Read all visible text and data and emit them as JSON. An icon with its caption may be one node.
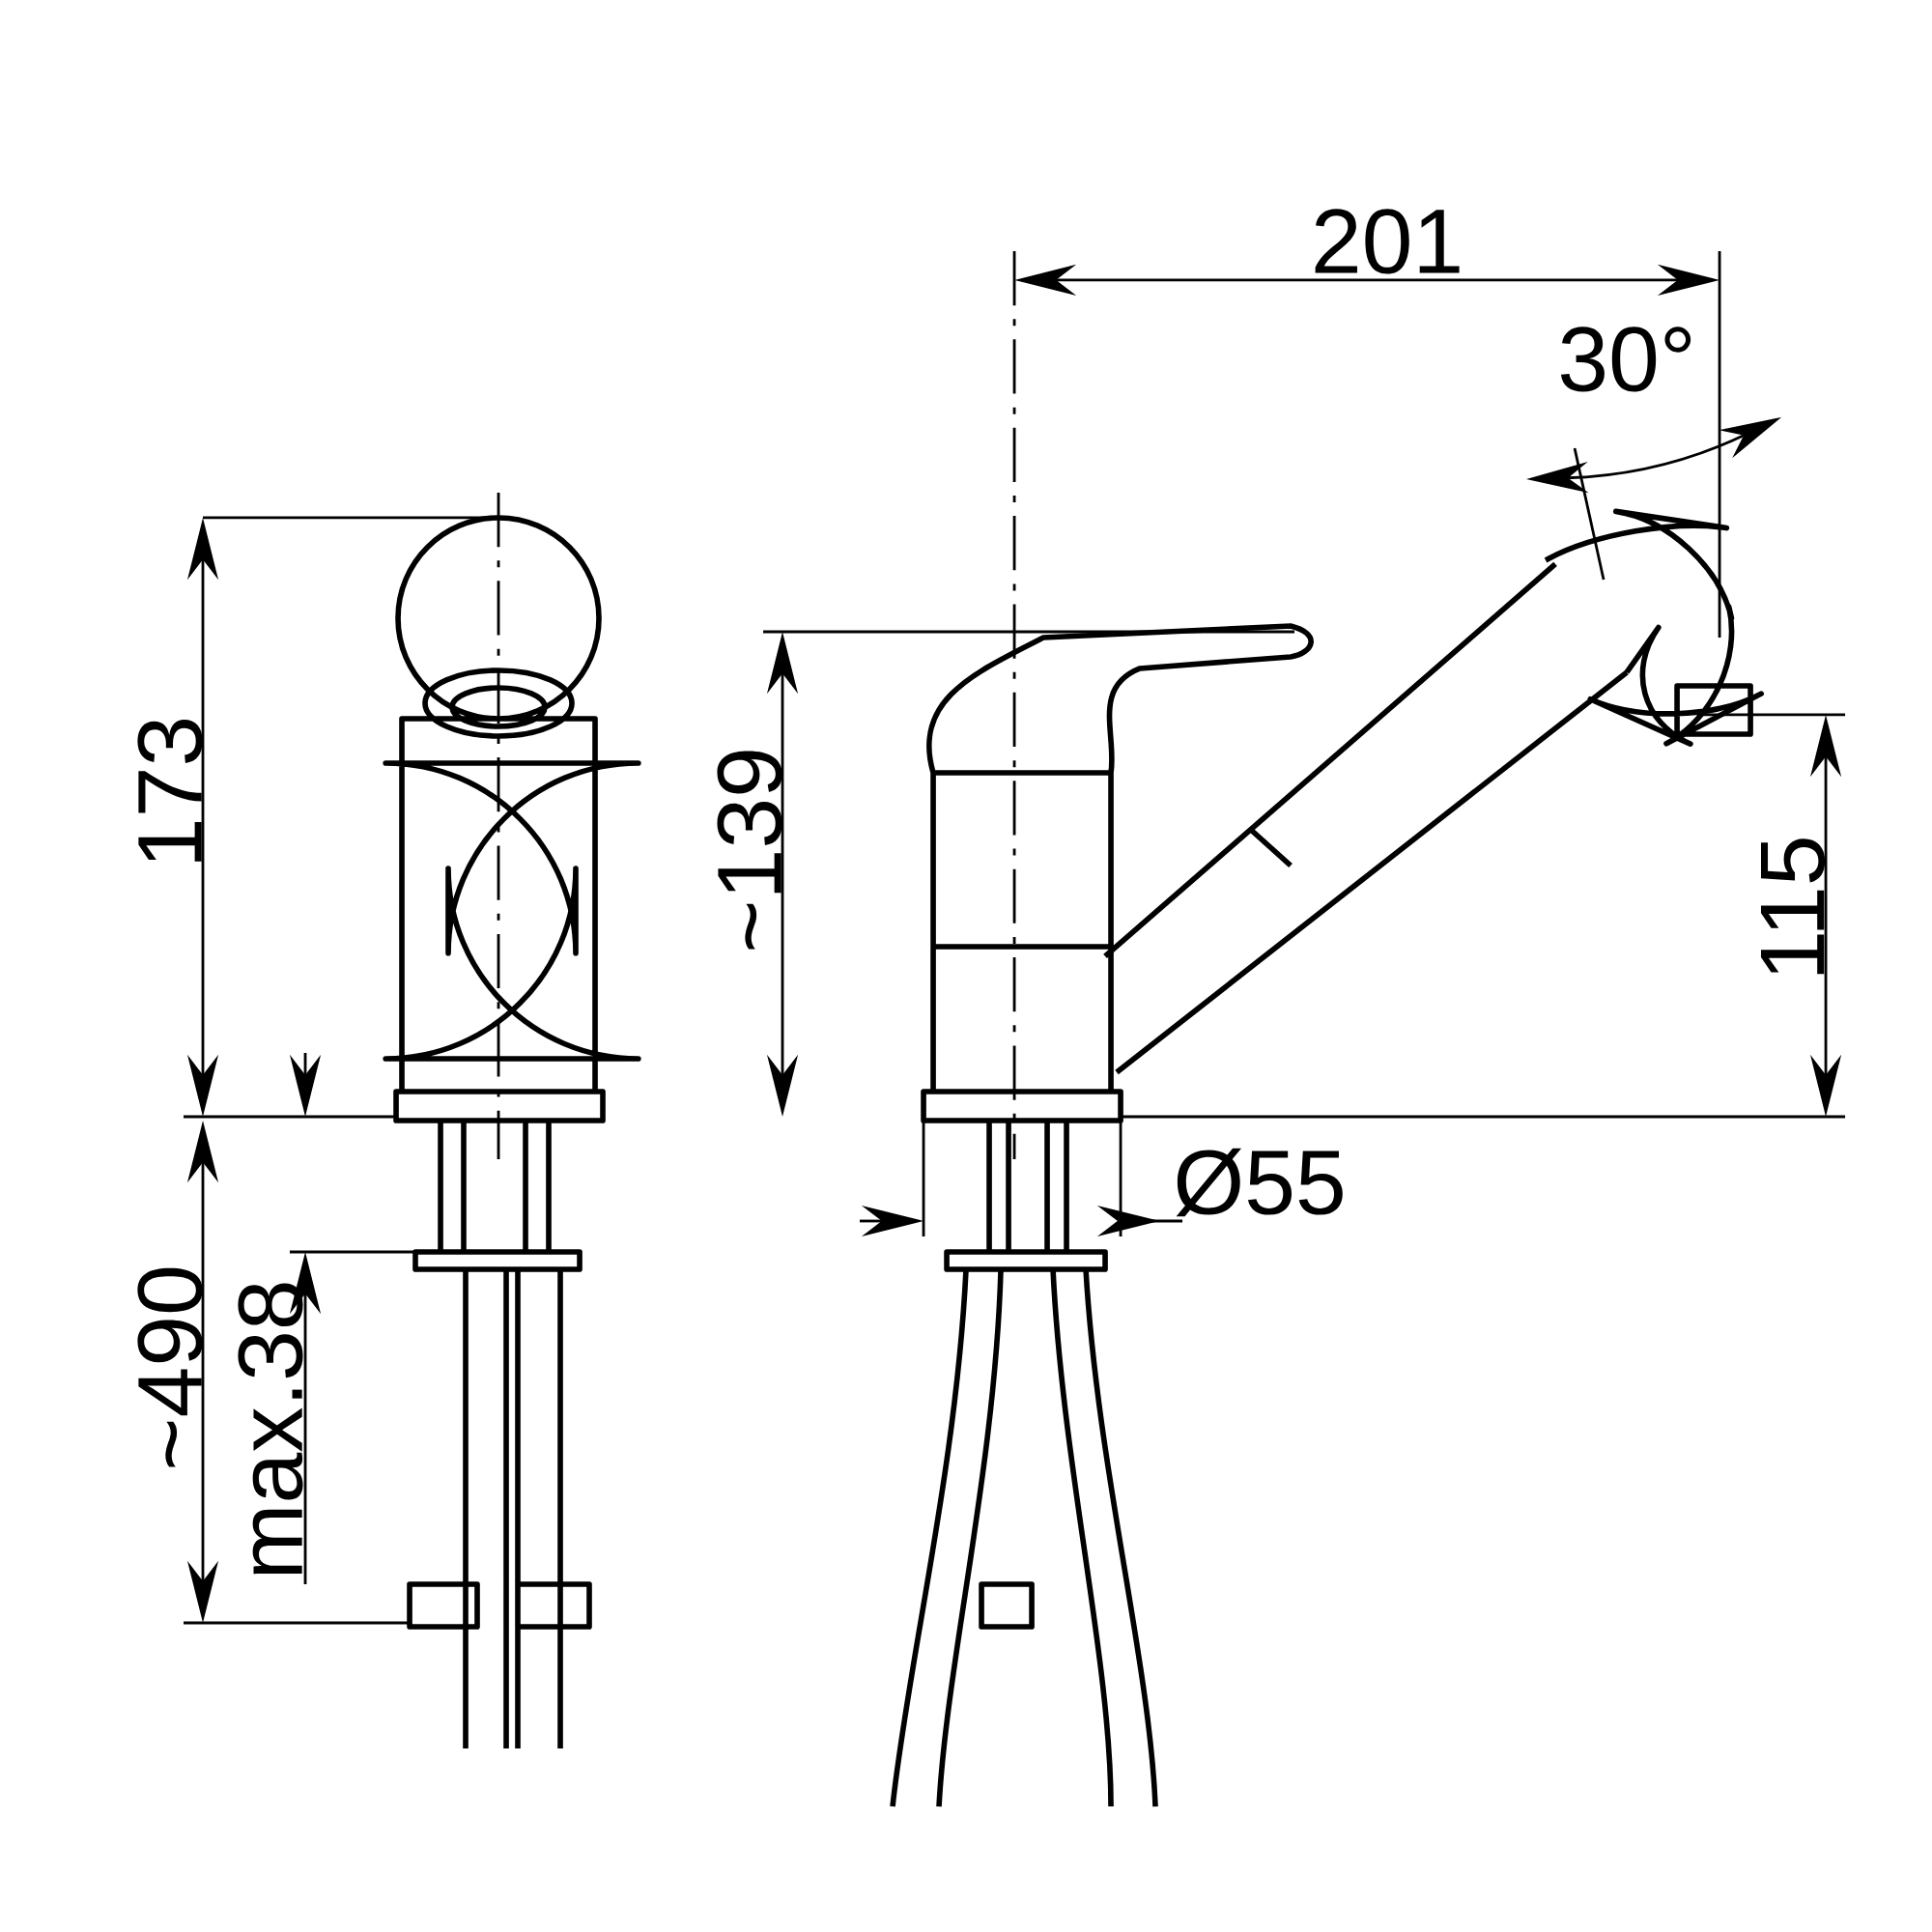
{
  "diagram": {
    "labels": [
      "201",
      "30°",
      "173",
      "~139",
      "115",
      "Ø55",
      "~490",
      "max.38"
    ]
  }
}
